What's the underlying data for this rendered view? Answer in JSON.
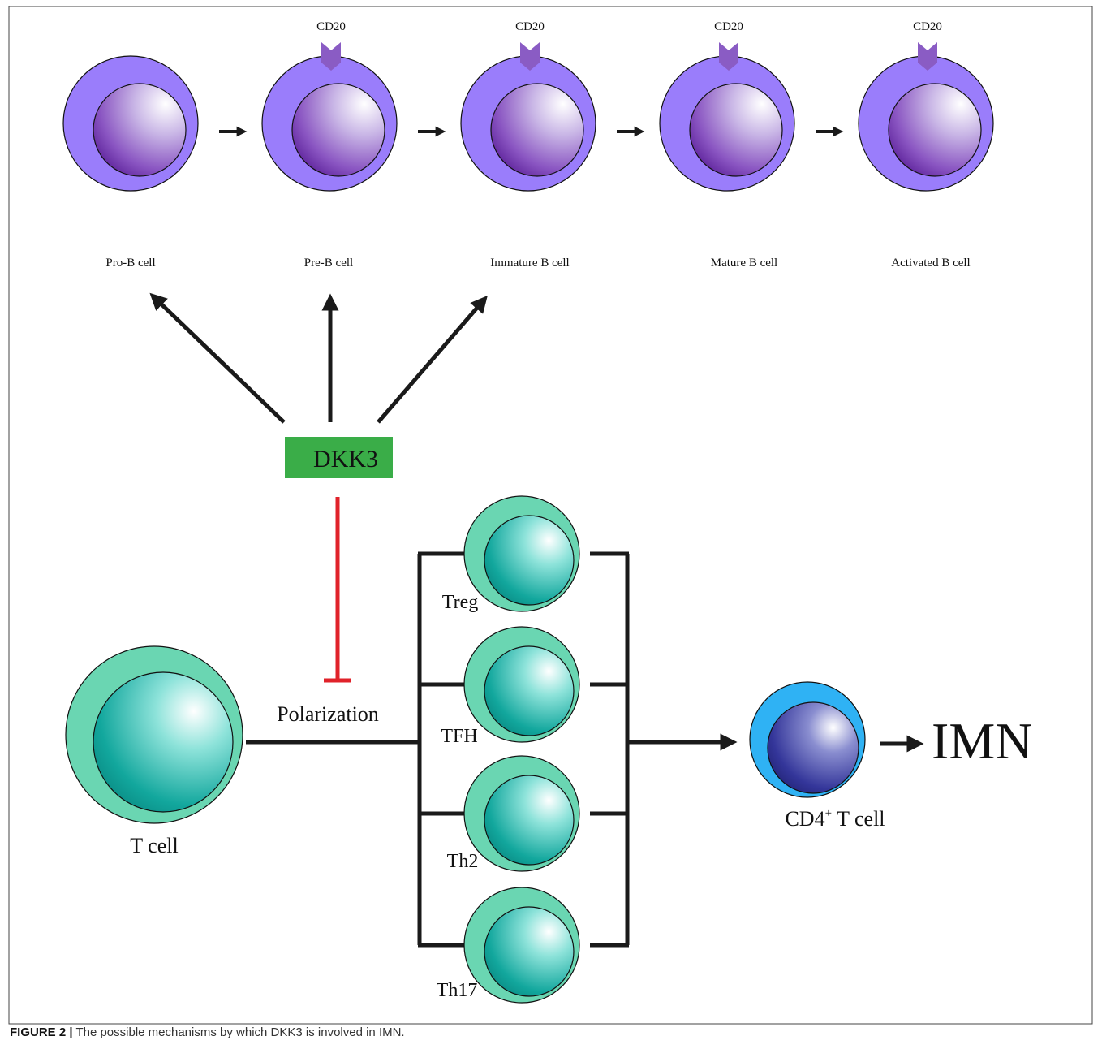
{
  "b_cells": {
    "marker": "CD20",
    "stages": [
      "Pro-B cell",
      "Pre-B cell",
      "Immature B cell",
      "Mature B cell",
      "Activated B cell"
    ],
    "cd20_shown": [
      false,
      true,
      true,
      true,
      true
    ]
  },
  "dkk3": {
    "label": "DKK3",
    "color": "#3aad48"
  },
  "polarization": {
    "label": "Polarization",
    "inhibit_color": "#e0222a"
  },
  "t_cell": {
    "label": "T cell"
  },
  "subsets": [
    "Treg",
    "TFH",
    "Th2",
    "Th17"
  ],
  "cd4": {
    "label_main": "CD4",
    "label_sup": "+",
    "label_rest": " T cell"
  },
  "outcome": {
    "label": "IMN"
  },
  "caption": {
    "figure": "FIGURE 2 |",
    "text": " The possible mechanisms by which DKK3 is involved in IMN."
  },
  "colors": {
    "b_outer": "#9a7dfb",
    "t_outer": "#6ad6b2",
    "t_nucleus": "#0b9c94",
    "cd4_outer": "#2fb2f4",
    "cd4_nucleus": "#2a2a86"
  }
}
